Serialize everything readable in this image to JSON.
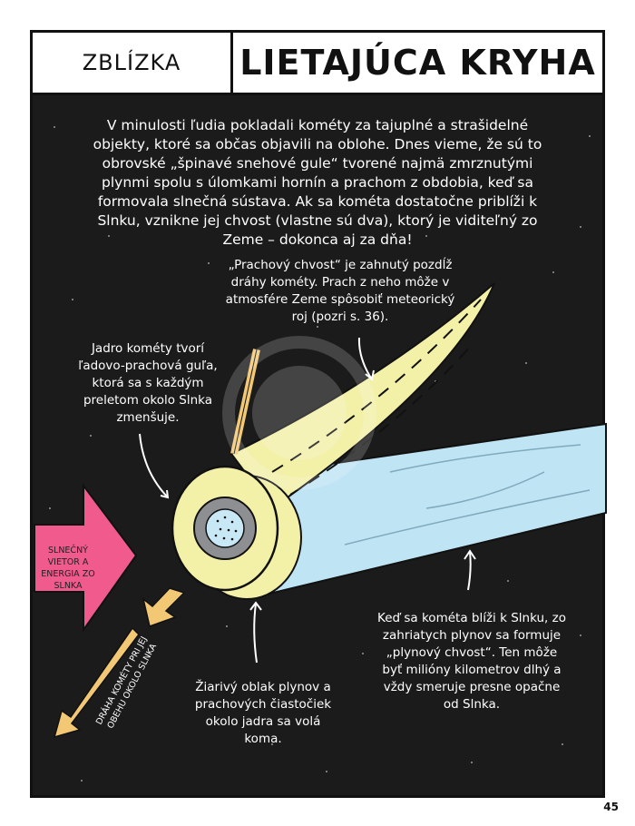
{
  "header": {
    "kicker": "ZBLÍZKA",
    "title": "LIETAJÚCA KRYHA"
  },
  "intro": "V minulosti ľudia pokladali kométy za tajuplné a strašidelné objekty, ktoré sa občas objavili na oblohe. Dnes vieme, že sú to obrovské „špinavé snehové gule“ tvorené najmä zmrznutými plynmi spolu s úlomkami hornín a prachom z obdobia, keď sa formovala slnečná sústava. Ak sa kométa dostatočne priblíži k Slnku, vznikne jej chvost (vlastne sú dva), ktorý je viditeľný zo Zeme – dokonca aj za dňa!",
  "labels": {
    "dust_tail": "„Prachový chvost“ je zahnutý pozdĺž dráhy kométy. Prach z neho môže v atmosfére Zeme spôsobiť meteorický roj (pozri s. 36).",
    "nucleus": "Jadro kométy tvorí ľadovo-prachová guľa, ktorá sa s každým preletom okolo Slnka zmenšuje.",
    "solar_wind": "SLNEČNÝ VIETOR A ENERGIA ZO SLNKA",
    "orbit": "DRÁHA KOMÉTY PRI JEJ OBEHU OKOLO SLNKA",
    "coma": "Žiarivý oblak plynov a prachových čiastočiek okolo jadra sa volá koma.",
    "gas_tail": "Keď sa kométa blíži k Slnku, zo zahriatych plynov sa formuje „plynový chvost“. Ten môže byť milióny kilometrov dlhý a vždy smeruje presne opačne od Slnka."
  },
  "page_number": "45",
  "colors": {
    "background": "#1b1b1b",
    "coma": "#f3f0a8",
    "gas_tail": "#bfe4f3",
    "solar_wind_arrow": "#f05a8c",
    "orbit_arrow": "#f2c874",
    "nucleus_ring": "#8d8f93",
    "nucleus_core": "#c9e8f5"
  }
}
